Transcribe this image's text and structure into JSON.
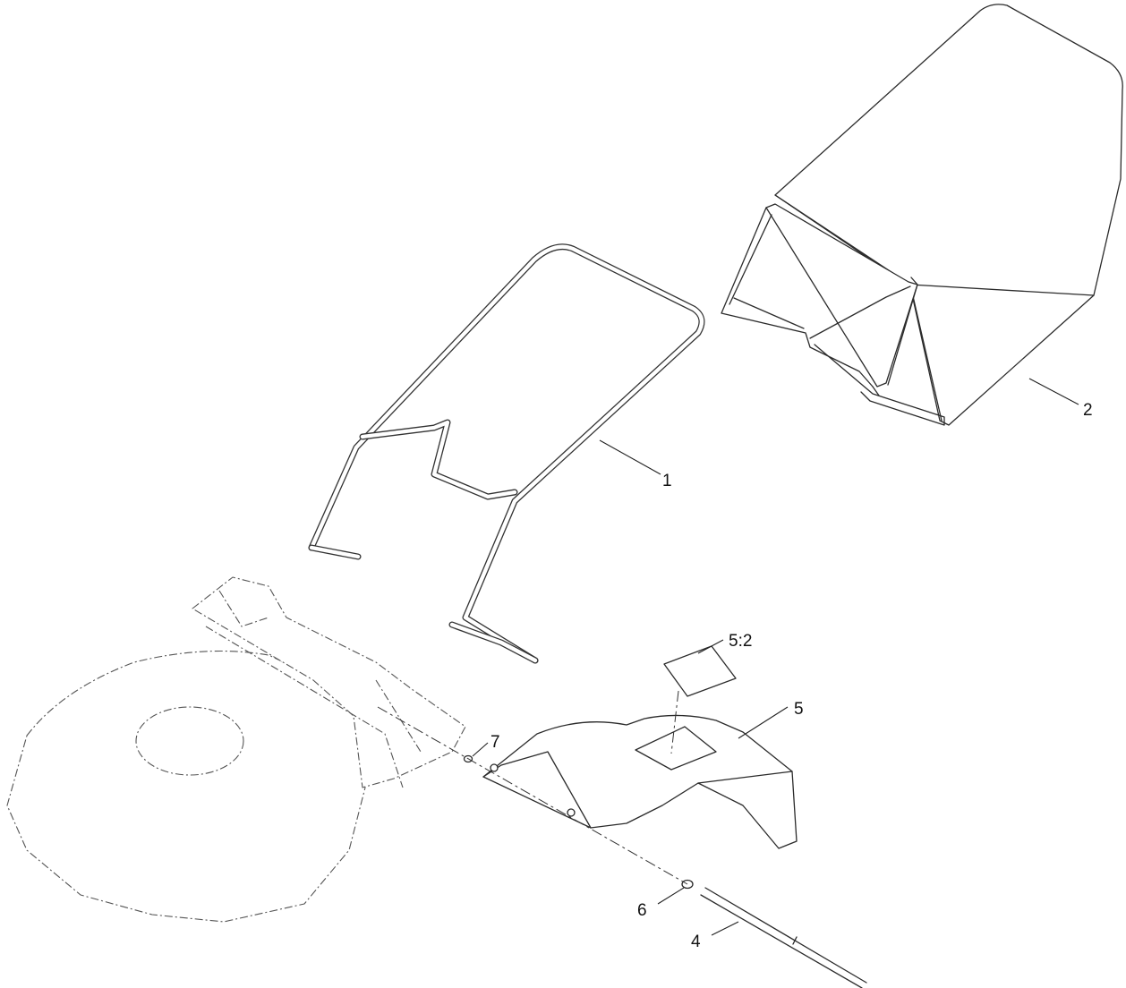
{
  "callouts": {
    "part_1": "1",
    "part_2": "2",
    "part_4": "4",
    "part_5": "5",
    "part_5_2": "5:2",
    "part_6": "6",
    "part_7": "7"
  },
  "colors": {
    "line": "#2b2b2b",
    "background": "#ffffff"
  }
}
